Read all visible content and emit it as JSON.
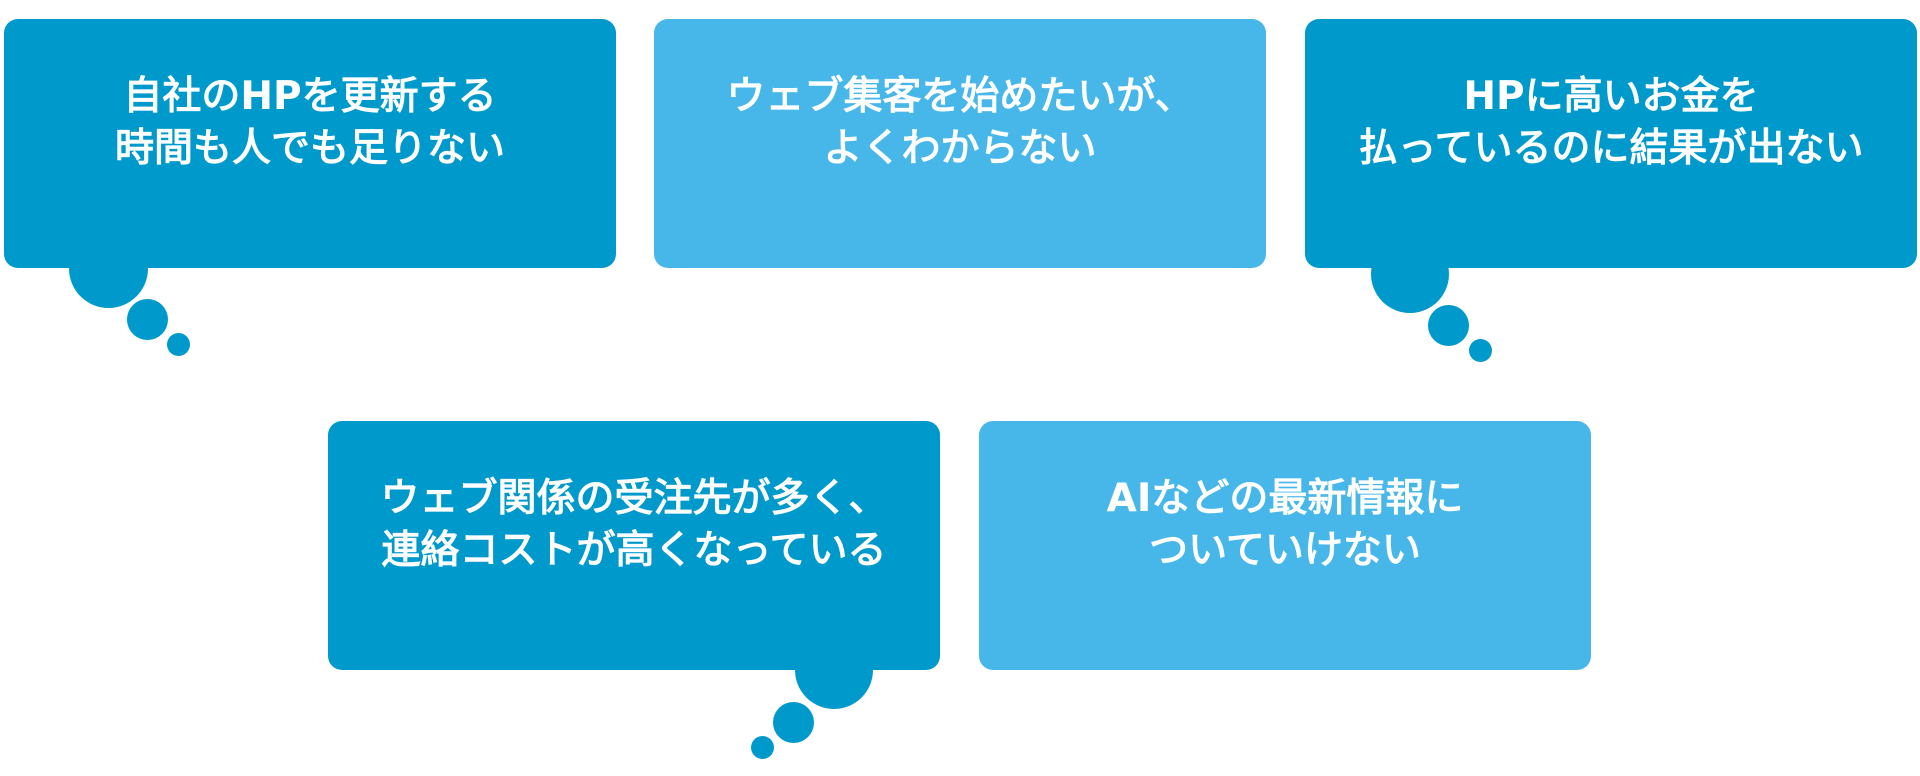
{
  "colors": {
    "dark_blue": "#0099cc",
    "light_blue": "#47b7ea",
    "text": "#ffffff"
  },
  "cards": [
    {
      "lines": [
        "自社のHPを更新する",
        "時間も人でも足りない"
      ],
      "style": "dark"
    },
    {
      "lines": [
        "ウェブ集客を始めたいが、",
        "よくわからない"
      ],
      "style": "light"
    },
    {
      "lines": [
        "HPに高いお金を",
        "払っているのに結果が出ない"
      ],
      "style": "dark"
    },
    {
      "lines": [
        "ウェブ関係の受注先が多く、",
        "連絡コストが高くなっている"
      ],
      "style": "dark"
    },
    {
      "lines": [
        "AIなどの最新情報に",
        "ついていけない"
      ],
      "style": "light"
    }
  ]
}
